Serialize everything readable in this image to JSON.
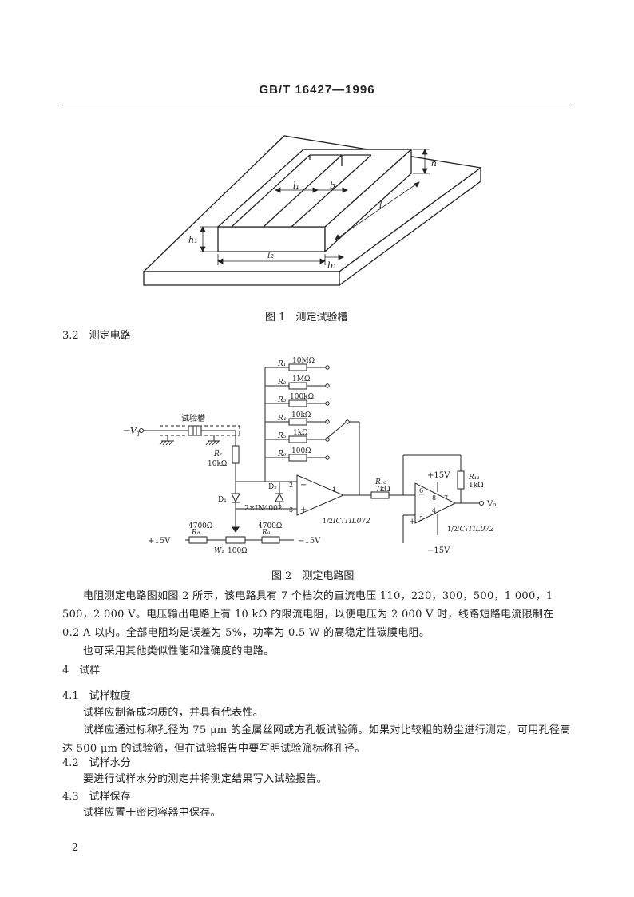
{
  "header": {
    "standard_no": "GB/T 16427—1996"
  },
  "figure1": {
    "caption": "图 1　测定试验槽",
    "labels": {
      "l1": "l₁",
      "b": "b",
      "l": "l",
      "h": "h",
      "h1": "h₁",
      "l2": "l₂",
      "b1": "b₁"
    }
  },
  "section_3_2": {
    "title": "3.2　测定电路"
  },
  "figure2": {
    "caption": "图 2　测定电路图",
    "labels": {
      "vin": "－V",
      "vin_sub": "T",
      "cell": "试验槽",
      "r7": "R₇",
      "r7_val": "10kΩ",
      "r1": "R₁",
      "r1_val": "10MΩ",
      "r2": "R₂",
      "r2_val": "1MΩ",
      "r3": "R₃",
      "r3_val": "100kΩ",
      "r4": "R₄",
      "r4_val": "10kΩ",
      "r5": "R₅",
      "r5_val": "1kΩ",
      "r6": "R₆",
      "r6_val": "100Ω",
      "d1": "D₁",
      "d2": "D₂",
      "diodes": "2×IN4002",
      "r8": "R₈",
      "r8_val": "4700Ω",
      "r9": "R₉",
      "r9_val": "4700Ω",
      "w1": "W₁",
      "w1_val": "100Ω",
      "plus15": "+15V",
      "minus15": "−15V",
      "r10": "R₁₀",
      "r10_val": "7kΩ",
      "r11": "R₁₁",
      "r11_val": "1kΩ",
      "amp1": "IC₁TIL072",
      "amp2": "IC₁TIL072",
      "half": "1/2",
      "pin1": "1",
      "pin2": "2",
      "pin3": "3",
      "pin4": "4",
      "pin5": "5",
      "pin6": "6",
      "pin7": "7",
      "pin8": "8",
      "opminus": "−",
      "opplus": "+",
      "vo": "V₀",
      "amp2_plus15": "+15V",
      "amp2_minus15": "−15V"
    }
  },
  "paragraphs": {
    "p1": "电阻测定电路图如图 2 所示，该电路具有 7 个档次的直流电压 110，220，300，500，1 000，1 500，2 000 V。电压输出电路上有 10 kΩ 的限流电阻，以使电压为 2 000 V 时，线路短路电流限制在 0.2 A 以内。全部电阻均是误差为 5%，功率为 0.5 W 的高稳定性碳膜电阻。",
    "p2": "也可采用其他类似性能和准确度的电路。"
  },
  "section_4": {
    "title": "4　试样"
  },
  "section_4_1": {
    "title": "4.1　试样粒度",
    "p1": "试样应制备成均质的，并具有代表性。",
    "p2": "试样应通过标称孔径为 75 μm 的金属丝网或方孔板试验筛。如果对比较粗的粉尘进行测定，可用孔径高达 500 μm 的试验筛，但在试验报告中要写明试验筛标称孔径。"
  },
  "section_4_2": {
    "title": "4.2　试样水分",
    "p1": "要进行试样水分的测定并将测定结果写入试验报告。"
  },
  "section_4_3": {
    "title": "4.3　试样保存",
    "p1": "试样应置于密闭容器中保存。"
  },
  "page_number": "2"
}
